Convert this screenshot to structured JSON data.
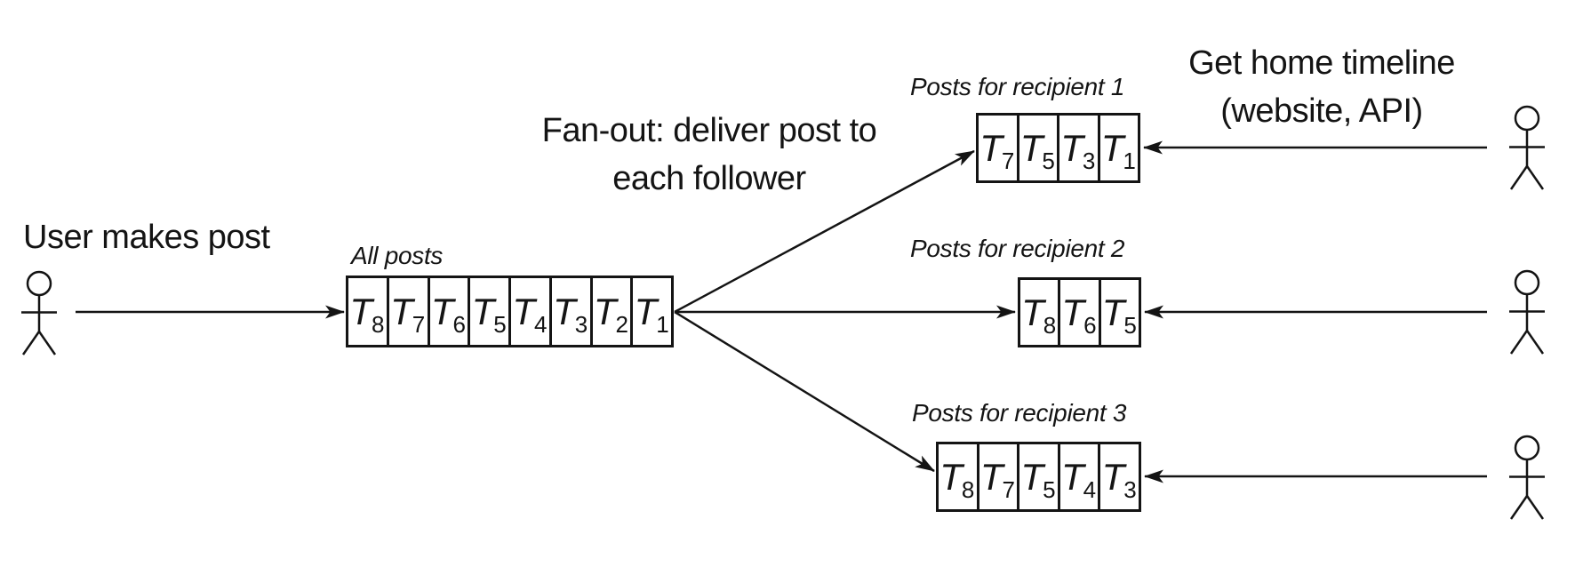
{
  "labels": {
    "user_action": "User makes post",
    "fan_out": {
      "line1": "Fan-out: deliver post to",
      "line2": "each follower"
    },
    "get_home_timeline": {
      "line1": "Get home timeline",
      "line2": "(website, API)"
    }
  },
  "queues": {
    "all_posts": {
      "label": "All posts",
      "items": [
        {
          "base": "T",
          "sub": "8"
        },
        {
          "base": "T",
          "sub": "7"
        },
        {
          "base": "T",
          "sub": "6"
        },
        {
          "base": "T",
          "sub": "5"
        },
        {
          "base": "T",
          "sub": "4"
        },
        {
          "base": "T",
          "sub": "3"
        },
        {
          "base": "T",
          "sub": "2"
        },
        {
          "base": "T",
          "sub": "1"
        }
      ]
    },
    "recipient_1": {
      "label": "Posts for recipient 1",
      "items": [
        {
          "base": "T",
          "sub": "7"
        },
        {
          "base": "T",
          "sub": "5"
        },
        {
          "base": "T",
          "sub": "3"
        },
        {
          "base": "T",
          "sub": "1"
        }
      ]
    },
    "recipient_2": {
      "label": "Posts for recipient 2",
      "items": [
        {
          "base": "T",
          "sub": "8"
        },
        {
          "base": "T",
          "sub": "6"
        },
        {
          "base": "T",
          "sub": "5"
        }
      ]
    },
    "recipient_3": {
      "label": "Posts for recipient 3",
      "items": [
        {
          "base": "T",
          "sub": "8"
        },
        {
          "base": "T",
          "sub": "7"
        },
        {
          "base": "T",
          "sub": "5"
        },
        {
          "base": "T",
          "sub": "4"
        },
        {
          "base": "T",
          "sub": "3"
        }
      ]
    }
  },
  "colors": {
    "ink": "#141414",
    "background": "#ffffff"
  }
}
